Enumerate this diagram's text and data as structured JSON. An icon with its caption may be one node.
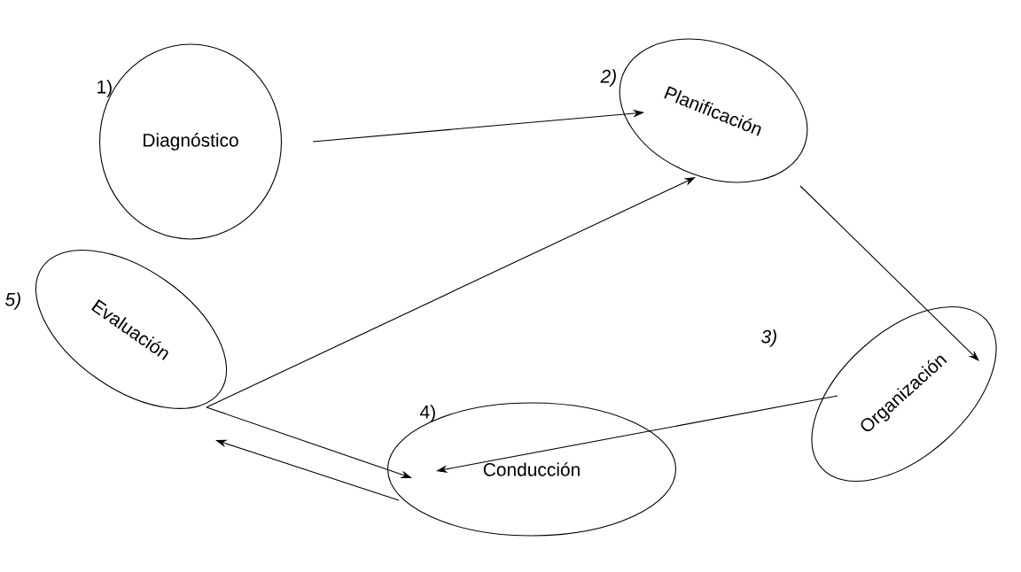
{
  "diagram": {
    "nodes": [
      {
        "text": [
          "Diagnóstico"
        ],
        "beside": [
          "1)"
        ]
      },
      {
        "text": [
          "Planificación"
        ],
        "beside": [
          "2)"
        ]
      },
      {
        "text": [
          "Organización"
        ],
        "beside": [
          "3)"
        ]
      },
      {
        "text": [
          "Conducción"
        ],
        "beside": [
          "4)"
        ]
      },
      {
        "text": [
          "Evaluación"
        ],
        "beside": [
          "5)"
        ]
      }
    ],
    "edges": [
      {
        "from": 0,
        "to": 1,
        "arrow": "to"
      },
      {
        "from": 1,
        "to": 2,
        "arrow": "to"
      },
      {
        "from": 2,
        "to": 3,
        "arrow": "to"
      },
      {
        "from": 3,
        "to": 4,
        "arrow": "to"
      },
      {
        "from": 4,
        "to": 3,
        "arrow": "to"
      },
      {
        "from": 4,
        "to": 1,
        "arrow": "to"
      }
    ]
  }
}
